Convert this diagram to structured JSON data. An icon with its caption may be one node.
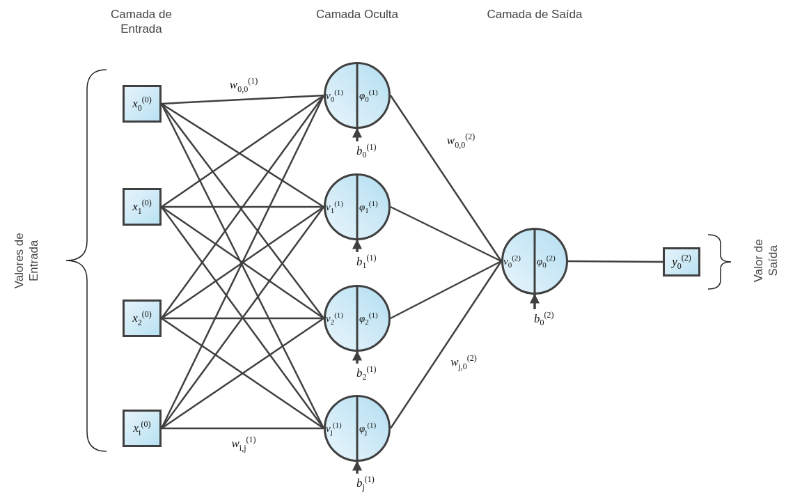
{
  "diagram": {
    "nodes": [
      {
        "text": [
          "*x*$_{0}$$^{(0)}$"
        ]
      },
      {
        "text": [
          "*x*$_{1}$$^{(0)}$"
        ]
      },
      {
        "text": [
          "*x*$_{2}$$^{(0)}$"
        ]
      },
      {
        "text": [
          "*x*$_{i}$$^{(0)}$"
        ]
      },
      {
        "text": [
          "*v*$_{0}$$^{(1)}$",
          "*φ*$_{0}$$^{(1)}$"
        ]
      },
      {
        "text": [
          "*v*$_{1}$$^{(1)}$",
          "*φ*$_{1}$$^{(1)}$"
        ]
      },
      {
        "text": [
          "*v*$_{2}$$^{(1)}$",
          "*φ*$_{2}$$^{(1)}$"
        ]
      },
      {
        "text": [
          "*v*$_{j}$$^{(1)}$",
          "*φ*$_{j}$$^{(1)}$"
        ]
      },
      {
        "text": [
          "*v*$_{0}$$^{(2)}$",
          "*φ*$_{0}$$^{(2)}$"
        ]
      },
      {
        "text": [
          "*y*$_{0}$$^{(2)}$"
        ]
      },
      {
        "text": [
          "*b*$_{0}$$^{(1)}$"
        ]
      },
      {
        "text": [
          "*b*$_{1}$$^{(1)}$"
        ]
      },
      {
        "text": [
          "*b*$_{2}$$^{(1)}$"
        ]
      },
      {
        "text": [
          "*b*$_{j}$$^{(1)}$"
        ]
      },
      {
        "text": [
          "*b*$_{0}$$^{(2)}$"
        ]
      }
    ],
    "edges": [
      {
        "from": 0,
        "to": 4,
        "arrow": "none",
        "label": "*w*$_{0,0}$$^{(1)}$"
      },
      {
        "from": 0,
        "to": 5,
        "arrow": "none"
      },
      {
        "from": 0,
        "to": 6,
        "arrow": "none"
      },
      {
        "from": 0,
        "to": 7,
        "arrow": "none"
      },
      {
        "from": 1,
        "to": 4,
        "arrow": "none"
      },
      {
        "from": 1,
        "to": 5,
        "arrow": "none"
      },
      {
        "from": 1,
        "to": 6,
        "arrow": "none"
      },
      {
        "from": 1,
        "to": 7,
        "arrow": "none"
      },
      {
        "from": 2,
        "to": 4,
        "arrow": "none"
      },
      {
        "from": 2,
        "to": 5,
        "arrow": "none"
      },
      {
        "from": 2,
        "to": 6,
        "arrow": "none"
      },
      {
        "from": 2,
        "to": 7,
        "arrow": "none"
      },
      {
        "from": 3,
        "to": 4,
        "arrow": "none"
      },
      {
        "from": 3,
        "to": 5,
        "arrow": "none"
      },
      {
        "from": 3,
        "to": 6,
        "arrow": "none"
      },
      {
        "from": 3,
        "to": 7,
        "arrow": "none",
        "label": "*w*$_{i,j}$$^{(1)}$"
      },
      {
        "from": 4,
        "to": 8,
        "arrow": "none",
        "label": "*w*$_{0,0}$$^{(2)}$"
      },
      {
        "from": 5,
        "to": 8,
        "arrow": "none"
      },
      {
        "from": 6,
        "to": 8,
        "arrow": "none"
      },
      {
        "from": 7,
        "to": 8,
        "arrow": "none",
        "label": "*w*$_{j,0}$$^{(2)}$"
      },
      {
        "from": 8,
        "to": 9,
        "arrow": "none"
      },
      {
        "from": 10,
        "to": 4,
        "arrow": "to"
      },
      {
        "from": 11,
        "to": 5,
        "arrow": "to"
      },
      {
        "from": 12,
        "to": 6,
        "arrow": "to"
      },
      {
        "from": 13,
        "to": 7,
        "arrow": "to"
      },
      {
        "from": 14,
        "to": 8,
        "arrow": "to"
      }
    ],
    "labels": [
      "Camada de Entrada",
      "Camada Oculta",
      "Camada de Saída",
      "Valores de Entrada",
      "Valor de Saída"
    ]
  }
}
